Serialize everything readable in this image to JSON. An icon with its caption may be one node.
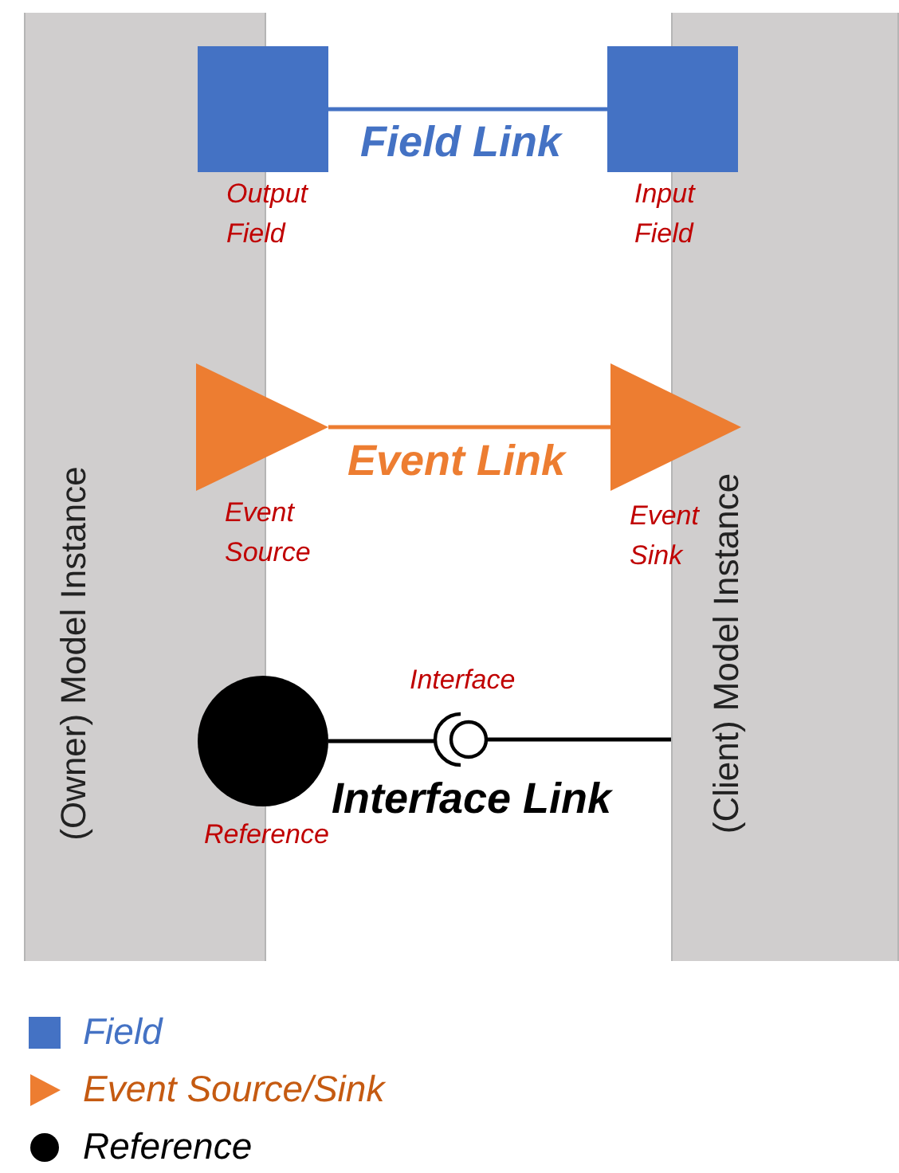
{
  "diagram": {
    "nodes": [
      {
        "text": [
          "(Owner) Model Instance"
        ]
      },
      {
        "text": [
          "(Client) Model Instance"
        ]
      },
      {
        "text": [
          "Output Field"
        ]
      },
      {
        "text": [
          "Input Field"
        ]
      },
      {
        "text": [
          "Event Source"
        ]
      },
      {
        "text": [
          "Event Sink"
        ]
      },
      {
        "text": [
          "Reference"
        ]
      },
      {
        "text": [
          "Interface"
        ]
      }
    ],
    "edges": [
      {
        "from": 2,
        "to": 3,
        "arrow": "none",
        "label": "Field Link",
        "color": "#4472c4"
      },
      {
        "from": 4,
        "to": 5,
        "arrow": "none",
        "label": "Event Link",
        "color": "#ed7d31"
      },
      {
        "from": 6,
        "to": 7,
        "arrow": "none",
        "label": "Interface Link",
        "color": "#000000"
      },
      {
        "from": 7,
        "to": 1,
        "arrow": "none",
        "color": "#000000"
      }
    ],
    "legend": [
      {
        "text": "Field",
        "color": "#4472c4"
      },
      {
        "text": "Event Source/Sink"
      },
      {
        "text": "Reference"
      }
    ]
  }
}
